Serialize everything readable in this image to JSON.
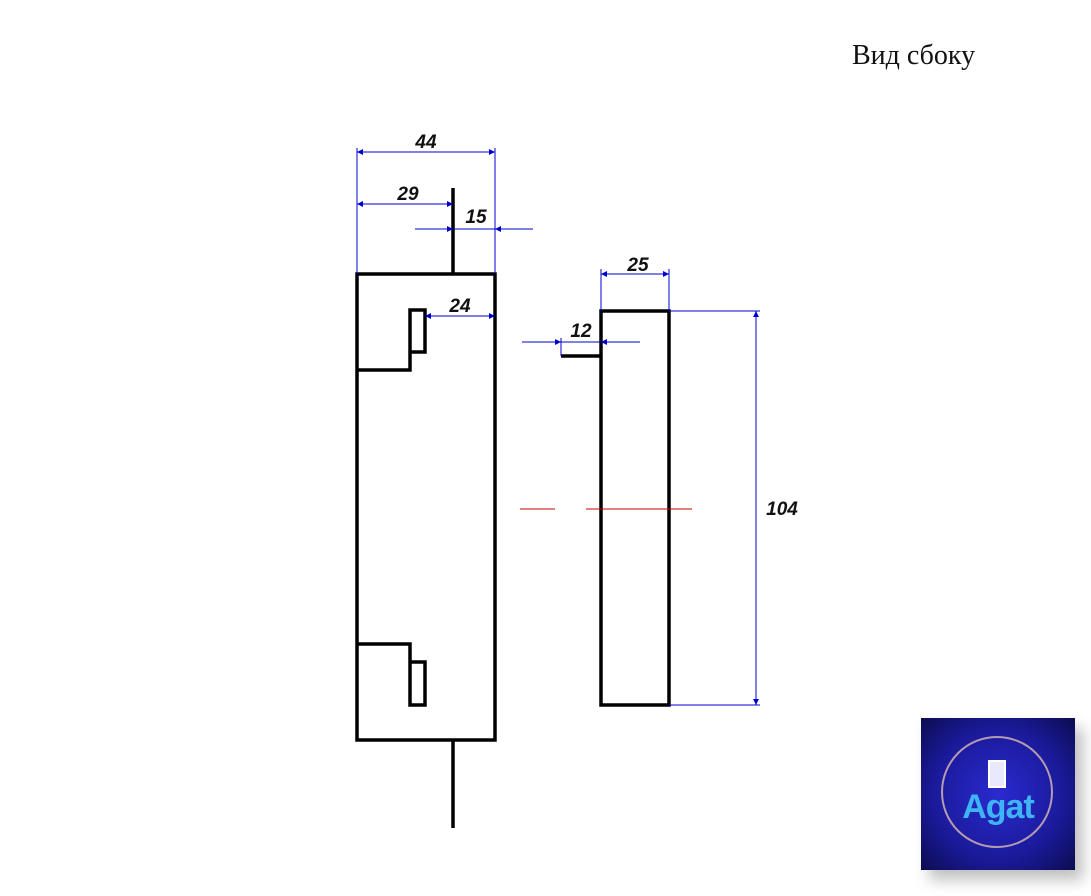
{
  "title": "Вид сбоку",
  "dimensions": {
    "overall_width": "44",
    "stem_offset": "29",
    "stem_to_edge": "15",
    "notch_to_edge": "24",
    "strike_width": "25",
    "tab_length": "12",
    "strike_height": "104"
  },
  "logo": {
    "text": "Agat",
    "icon": "door-icon"
  },
  "colors": {
    "outline": "#000000",
    "dimension": "#0000cc",
    "centerline": "#cc0000",
    "logo_bg": "#1a1a9a",
    "logo_text": "#3fb4f5"
  }
}
